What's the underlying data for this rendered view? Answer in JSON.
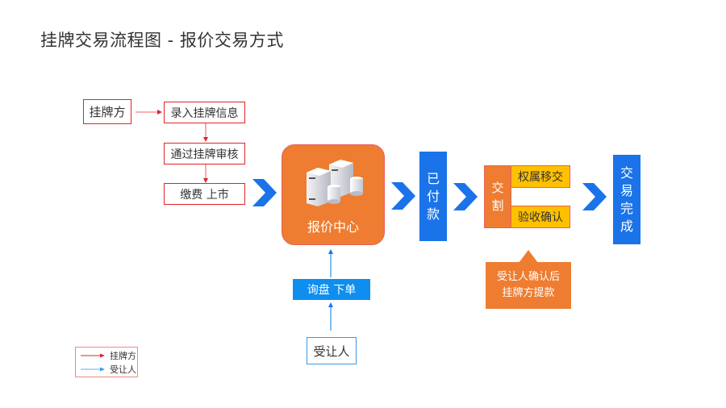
{
  "title": "挂牌交易流程图 - 报价交易方式",
  "colors": {
    "seller_arrow": "#e0242a",
    "buyer_arrow": "#3a9ae8",
    "orange": "#ee7d31",
    "blue": "#1a73e8",
    "yellow": "#ffc000"
  },
  "seller": {
    "label": "挂牌方",
    "steps": [
      "录入挂牌信息",
      "通过挂牌审核",
      "缴费 上市"
    ]
  },
  "center": {
    "label": "报价中心",
    "icon": "server-database-icon"
  },
  "paid": {
    "label": "已付款",
    "chars": [
      "已",
      "付",
      "款"
    ]
  },
  "delivery": {
    "label_chars": [
      "交",
      "割"
    ],
    "items": [
      "权属移交",
      "验收确认"
    ]
  },
  "complete": {
    "chars": [
      "交",
      "易",
      "完",
      "成"
    ]
  },
  "callout": {
    "lines": [
      "受让人确认后",
      "挂牌方提款"
    ]
  },
  "buyer": {
    "label": "受让人",
    "step": "询盘 下单"
  },
  "legend": {
    "items": [
      {
        "label": "挂牌方",
        "color": "#e0242a"
      },
      {
        "label": "受让人",
        "color": "#3a9ae8"
      }
    ]
  }
}
